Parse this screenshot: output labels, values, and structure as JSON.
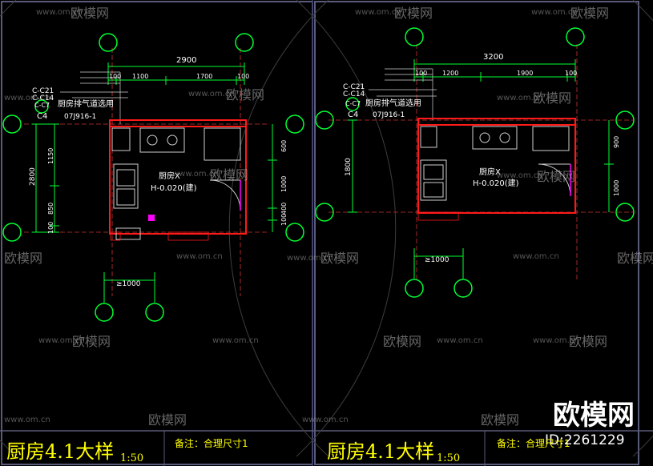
{
  "watermarks": {
    "url": "www.om.cn",
    "brand": "欧模网",
    "site_brand": "欧模网",
    "id": "ID:2261229"
  },
  "left_sheet": {
    "title": "厨房4.1大样",
    "scale": "1:50",
    "note": "备注：合理尺寸1",
    "top_dim_total": "2900",
    "top_dims": [
      "100",
      "1100",
      "1700",
      "100"
    ],
    "left_dim_total": "2800",
    "left_dims": [
      "1150",
      "850",
      "100"
    ],
    "right_dims": [
      "600",
      "1000",
      "100",
      "400"
    ],
    "bottom_dim": "≥1000",
    "room_name": "厨房X",
    "room_elev": "H-0.020(建)",
    "tags": [
      "C-C21",
      "C-C14",
      "C-C7",
      "C4"
    ],
    "exhaust": "厨房排气道选用",
    "std": "07J916-1"
  },
  "right_sheet": {
    "title": "厨房4.1大样",
    "scale": "1:50",
    "note": "备注：合理尺寸1",
    "top_dim_total": "3200",
    "top_dims": [
      "100",
      "1200",
      "1900",
      "100"
    ],
    "left_dim_total": "1800",
    "right_dims": [
      "900",
      "1000"
    ],
    "bottom_dim": "≥1000",
    "room_name": "厨房X",
    "room_elev": "H-0.020(建)",
    "tags": [
      "C-C21",
      "C-C14",
      "C-C7",
      "C4"
    ],
    "exhaust": "厨房排气道选用",
    "std": "07J916-1"
  },
  "colors": {
    "background": "#000000",
    "wall": "#ff1a1a",
    "dimension": "#00ff33",
    "text": "#ffffff",
    "frame": "#5a5a7a",
    "furniture": "#d0d0d0",
    "accent": "#ff00ff",
    "title": "#ffff00"
  }
}
